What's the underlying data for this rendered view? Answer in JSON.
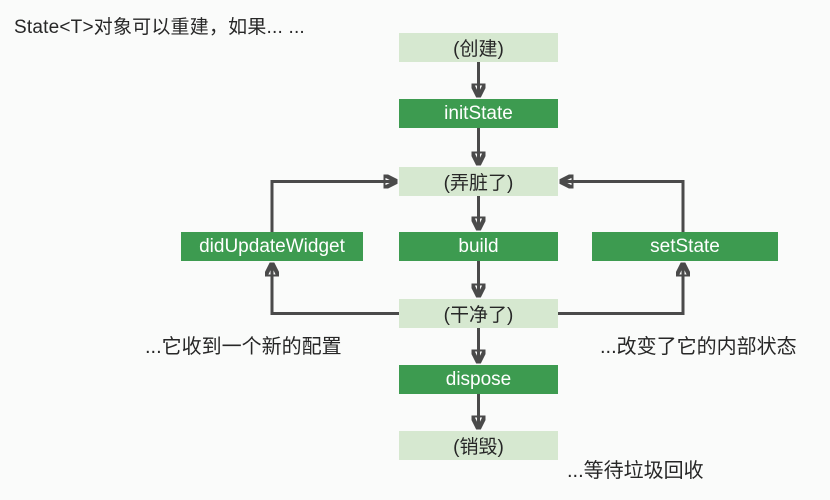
{
  "title": "State<T>对象可以重建，如果... ...",
  "colors": {
    "bg": "#fafbfa",
    "box-dark": "#3d9b50",
    "box-light": "#d6e8d0",
    "text-dark": "#272727",
    "text-light": "#ffffff",
    "arrow": "#4a4a4a"
  },
  "nodes": {
    "created": {
      "label": "(创建)"
    },
    "initState": {
      "label": "initState"
    },
    "dirty": {
      "label": "(弄脏了)"
    },
    "didUpdateWidget": {
      "label": "didUpdateWidget"
    },
    "build": {
      "label": "build"
    },
    "setState": {
      "label": "setState"
    },
    "clean": {
      "label": "(干净了)"
    },
    "dispose": {
      "label": "dispose"
    },
    "destroyed": {
      "label": "(销毁)"
    }
  },
  "annotations": {
    "left": "...它收到一个新的配置",
    "right": "...改变了它的内部状态",
    "bottom": "...等待垃圾回收"
  }
}
